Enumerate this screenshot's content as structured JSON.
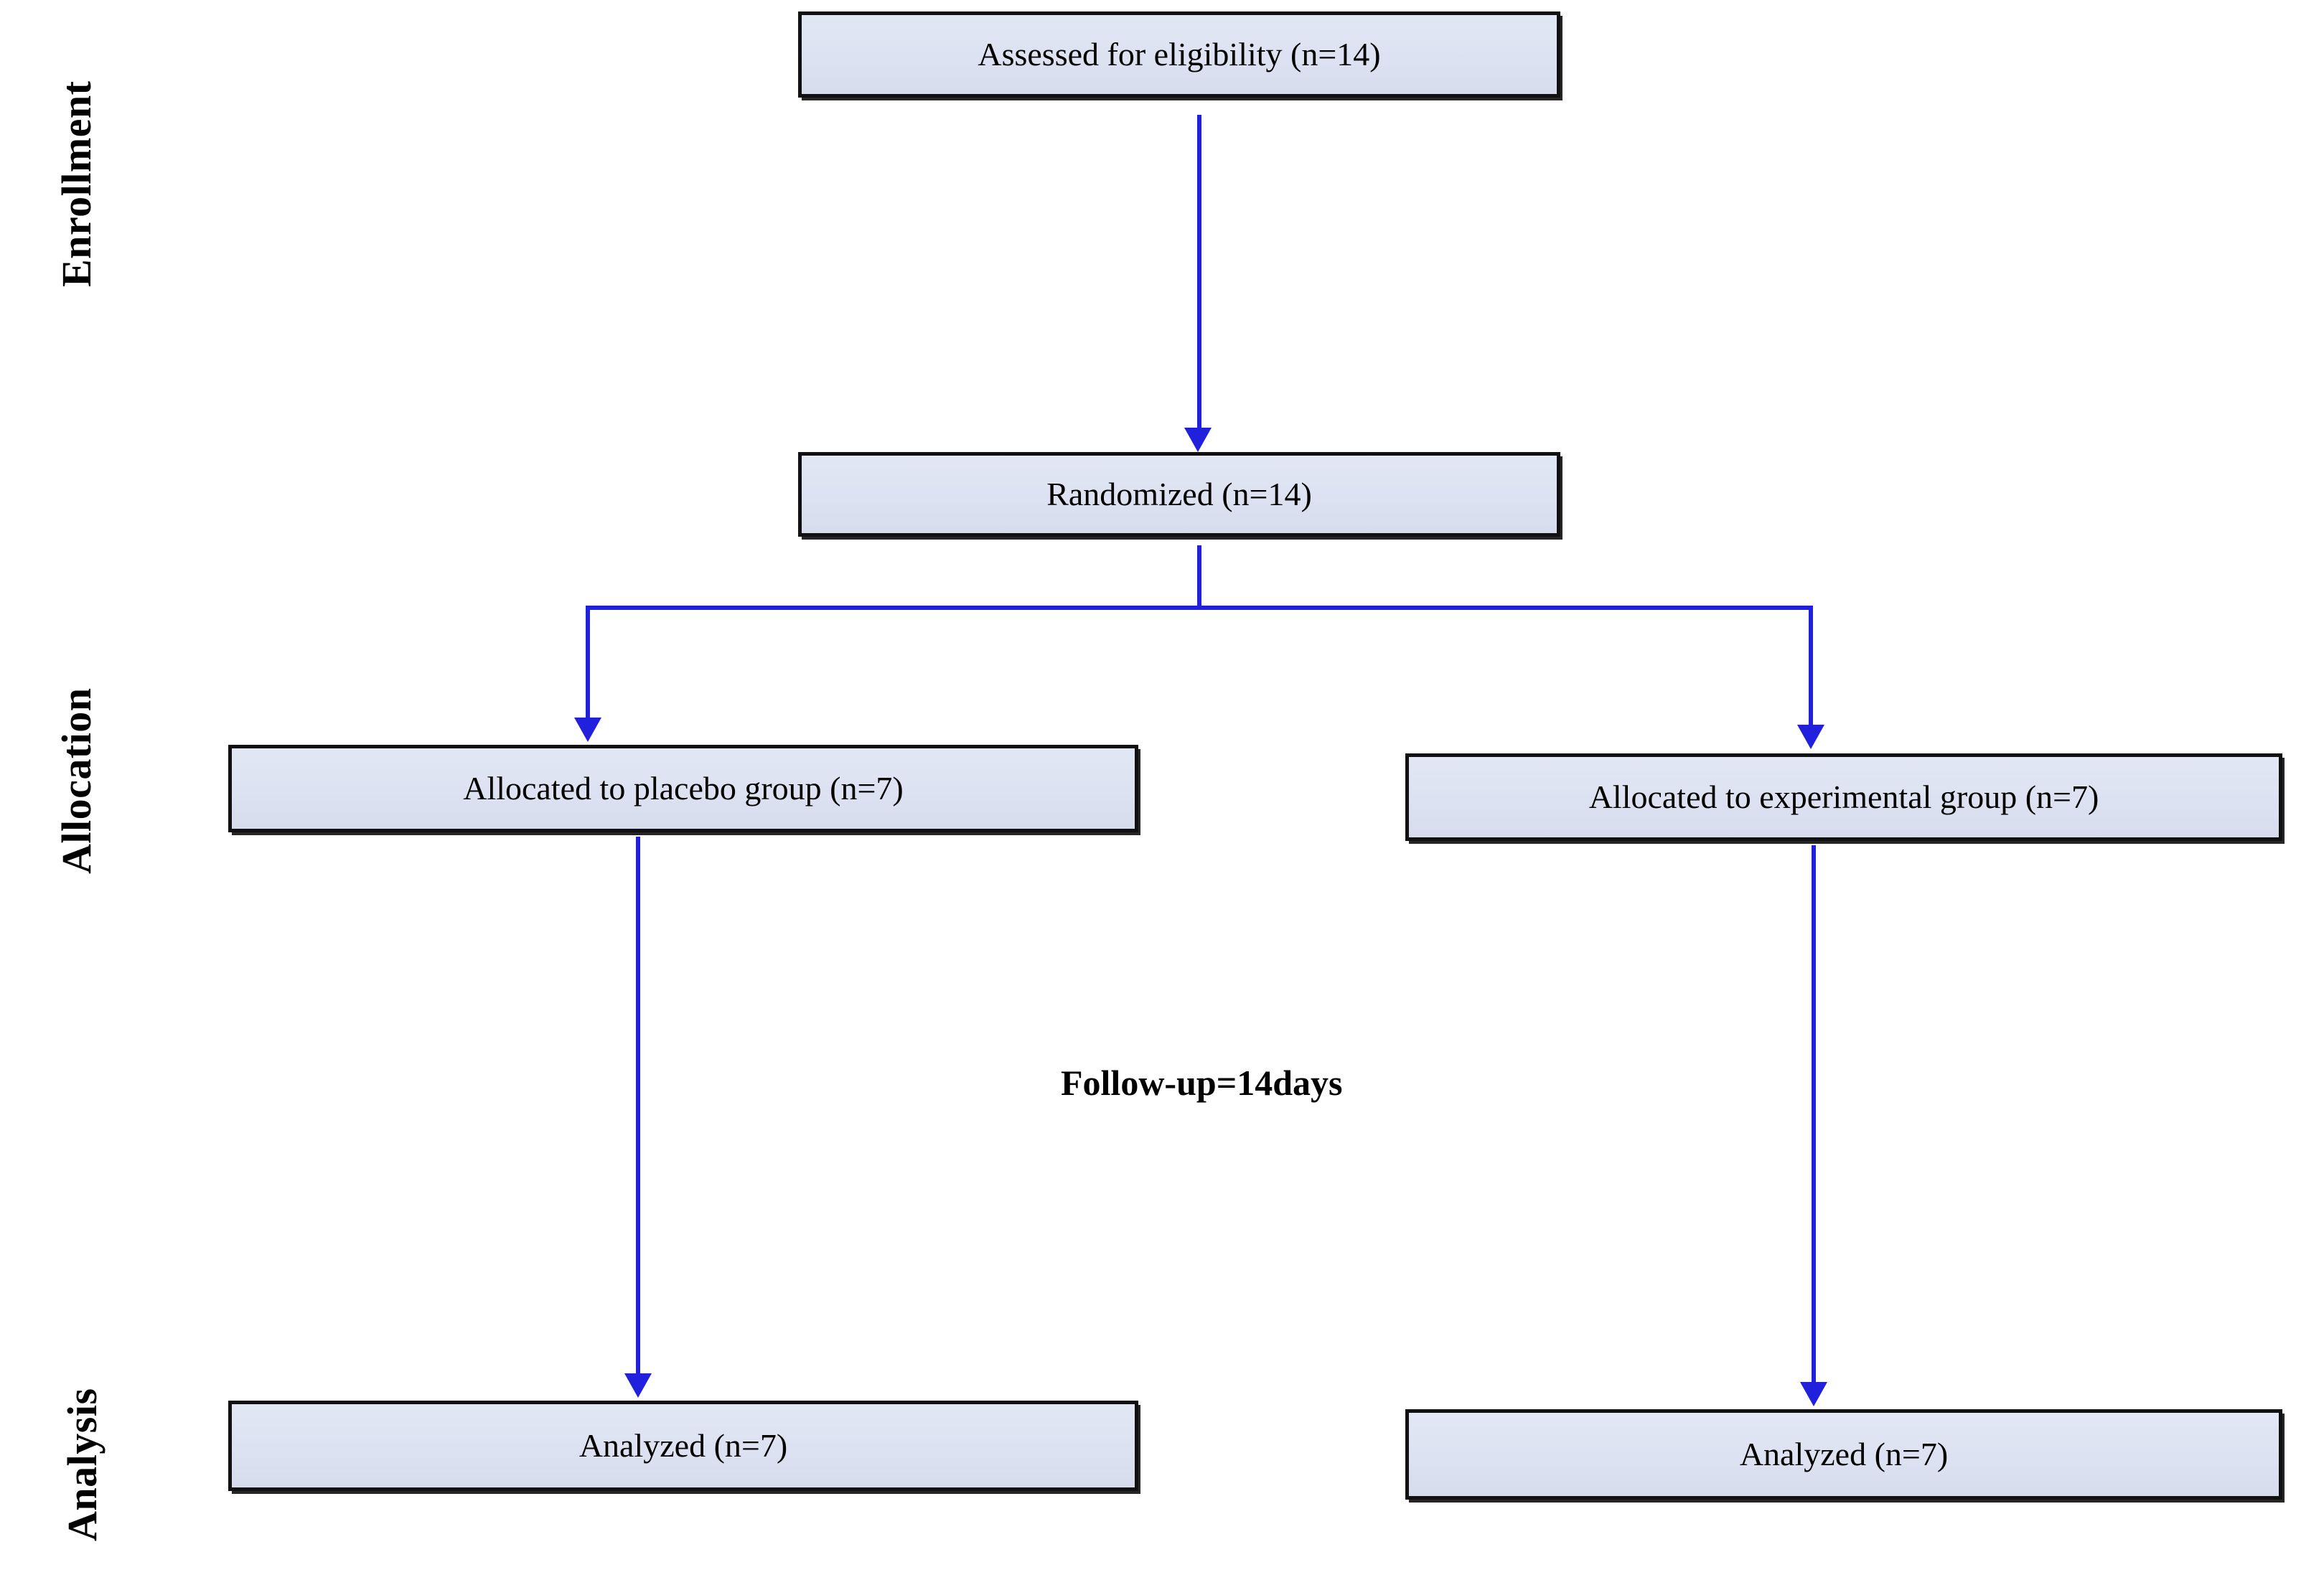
{
  "diagram": {
    "type": "consort-flow-diagram",
    "accent_color": "#2020dd",
    "box_fill_color": "#dde3f2",
    "box_border_color": "#111111",
    "text_color": "#000000",
    "background_color": "#ffffff"
  },
  "stages": [
    {
      "id": "enrollment",
      "label": "Enrollment"
    },
    {
      "id": "allocation",
      "label": "Allocation"
    },
    {
      "id": "analysis",
      "label": "Analysis"
    }
  ],
  "boxes": {
    "assessed": {
      "text": "Assessed for eligibility  (n=14)",
      "n": 14
    },
    "randomized": {
      "text": "Randomized (n=14)",
      "n": 14
    },
    "allocated_placebo": {
      "text": "Allocated to placebo group (n=7)",
      "n": 7
    },
    "allocated_experimental": {
      "text": "Allocated to experimental group (n=7)",
      "n": 7
    },
    "analyzed_placebo": {
      "text": "Analyzed (n=7)",
      "n": 7
    },
    "analyzed_experimental": {
      "text": "Analyzed (n=7)",
      "n": 7
    }
  },
  "annotations": {
    "follow_up": "Follow-up=14days"
  }
}
